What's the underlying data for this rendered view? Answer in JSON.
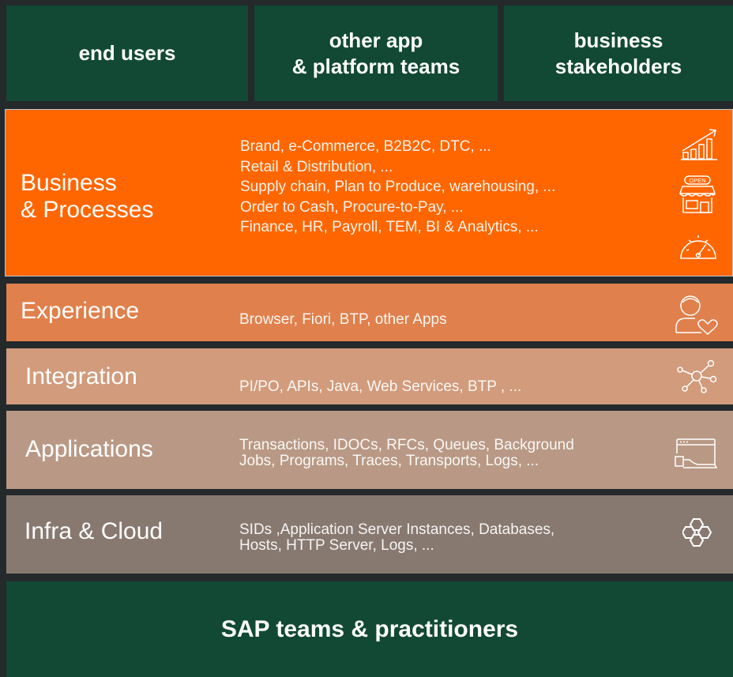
{
  "top": {
    "end_users": "end  users",
    "app_teams": "other app\n& platform teams",
    "stakeholders": "business\nstakeholders"
  },
  "layers": {
    "business": {
      "title": "Business\n& Processes",
      "items": [
        "Brand, e-Commerce, B2B2C, DTC, ...",
        "Retail & Distribution, ...",
        "Supply chain, Plan to Produce, warehousing, ...",
        "Order to Cash, Procure-to-Pay, ...",
        "Finance, HR, Payroll, TEM, BI & Analytics, ..."
      ],
      "icons": [
        "growth-chart-icon",
        "open-store-icon",
        "speedometer-icon"
      ],
      "open_sign": "OPEN",
      "color": "#ff6600"
    },
    "experience": {
      "title": "Experience",
      "items": [
        "Browser, Fiori, BTP, other Apps"
      ],
      "icon": "user-heart-icon",
      "color": "#e0804c"
    },
    "integration": {
      "title": "Integration",
      "items": [
        "PI/PO, APIs, Java, Web Services, BTP , ..."
      ],
      "icon": "network-hub-icon",
      "color": "#d19b7c"
    },
    "applications": {
      "title": "Applications",
      "items": [
        "Transactions, IDOCs, RFCs, Queues, Background",
        "Jobs, Programs, Traces, Transports, Logs, ..."
      ],
      "icon": "app-window-icon",
      "color": "#b99985"
    },
    "infra": {
      "title": "Infra & Cloud",
      "items": [
        "SIDs ,Application Server Instances, Databases,",
        "Hosts, HTTP Server,  Logs, ..."
      ],
      "icon": "hexagon-cluster-icon",
      "color": "#887970"
    }
  },
  "bottom": {
    "label": "SAP teams & practitioners"
  },
  "colors": {
    "green": "#114934",
    "background": "#24292c"
  }
}
